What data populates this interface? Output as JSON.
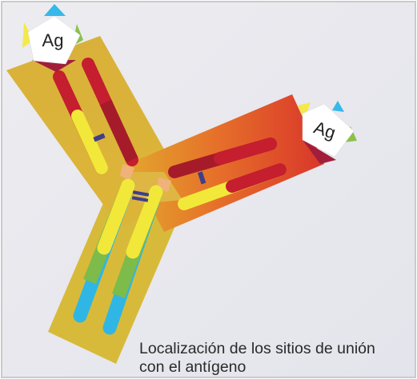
{
  "antigen_labels": [
    "Ag",
    "Ag"
  ],
  "caption": {
    "line1": "Localización de los sitios de unión",
    "line2": "con el antígeno"
  },
  "colors": {
    "background": "#e9e8ee",
    "panel_frame": "#c9c9cf",
    "stem_gold": "#d8ba3a",
    "arm_orange": "#e07020",
    "arm_red": "#d8392a",
    "heavy_chain_red": "#c41e2f",
    "light_chain_yellow": "#f2e83a",
    "domain_green": "#7dbb4b",
    "domain_cyan": "#2fb6e4",
    "disulfide_navy": "#3f3f8a",
    "hinge_peach": "#f0b27a",
    "antigen_maroon": "#a11e3b",
    "antigen_cyan": "#36b8e8",
    "antigen_yellow": "#f4e94a",
    "antigen_green": "#8cc04c"
  }
}
